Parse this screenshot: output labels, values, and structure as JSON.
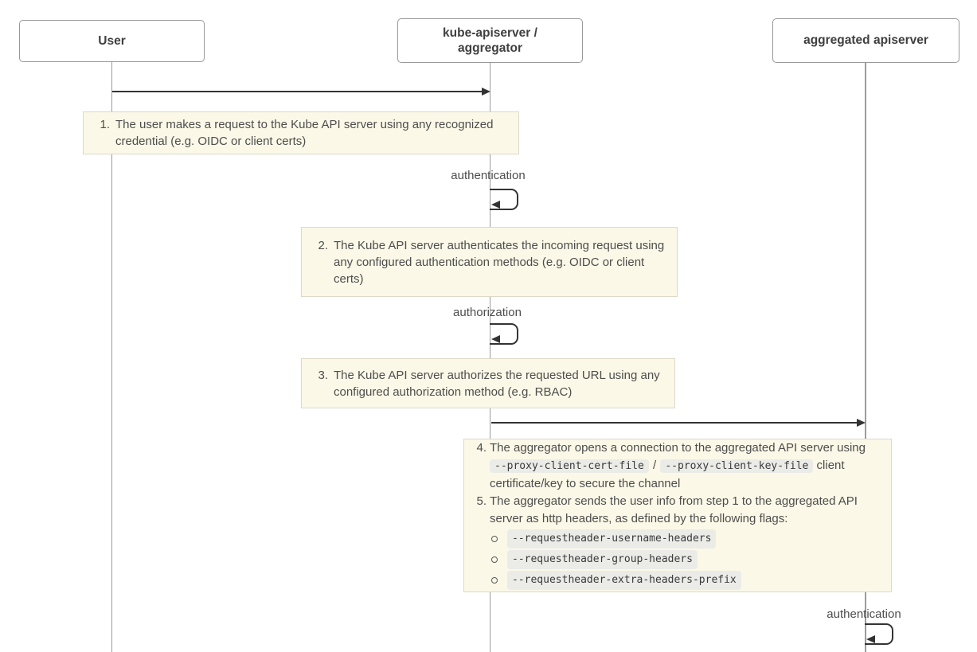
{
  "participants": {
    "user": "User",
    "kube": "kube-apiserver / aggregator",
    "aggregated": "aggregated apiserver"
  },
  "labels": {
    "step2_auth": "authentication",
    "step3_authz": "authorization",
    "step6_auth": "authentication"
  },
  "notes": {
    "n1": {
      "num": "1.",
      "text": "The user makes a request to the Kube API server using any recognized credential (e.g. OIDC or client certs)"
    },
    "n2": {
      "num": "2.",
      "text": "The Kube API server authenticates the incoming request using any configured authentication methods (e.g. OIDC or client certs)"
    },
    "n3": {
      "num": "3.",
      "text": "The Kube API server authorizes the requested URL using any configured authorization method (e.g. RBAC)"
    },
    "n4": {
      "num": "4.",
      "text_before": "The aggregator opens a connection to the aggregated API server using",
      "code1": "--proxy-client-cert-file",
      "separator": "/",
      "code2": "--proxy-client-key-file",
      "text_after": "client certificate/key to secure the channel"
    },
    "n5": {
      "num": "5.",
      "text": "The aggregator sends the user info from step 1 to the aggregated API server as http headers, as defined by the following flags:",
      "flags": [
        "--requestheader-username-headers",
        "--requestheader-group-headers",
        "--requestheader-extra-headers-prefix"
      ]
    }
  },
  "colors": {
    "note_bg": "#fbf8e7",
    "note_border": "#dcd9c8",
    "arrow": "#333333",
    "lifeline": "#9b9b9b",
    "code_bg": "#ebebe8"
  }
}
